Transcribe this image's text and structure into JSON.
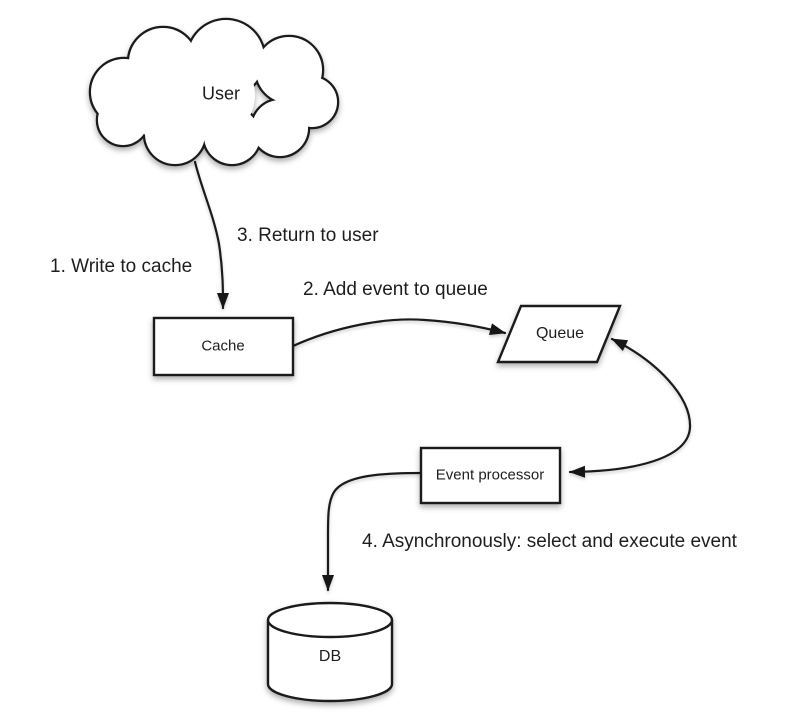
{
  "diagram": {
    "background": "#ffffff",
    "stroke_color": "#1b1b1b",
    "fill_color": "#ffffff",
    "text_color": "#1e1e1e",
    "nodes": {
      "user": {
        "label": "User",
        "shape": "cloud"
      },
      "cache": {
        "label": "Cache",
        "shape": "rectangle"
      },
      "queue": {
        "label": "Queue",
        "shape": "parallelogram"
      },
      "event_processor": {
        "label": "Event processor",
        "shape": "rectangle"
      },
      "db": {
        "label": "DB",
        "shape": "cylinder"
      }
    },
    "steps": {
      "step1": "1. Write to cache",
      "step2": "2. Add event to queue",
      "step3": "3. Return to user",
      "step4": "4. Asynchronously: select and execute event"
    },
    "edges": [
      {
        "from": "user",
        "to": "cache",
        "arrows": "end"
      },
      {
        "from": "cache",
        "to": "queue",
        "arrows": "end"
      },
      {
        "from": "queue",
        "to": "event_processor",
        "arrows": "both"
      },
      {
        "from": "event_processor",
        "to": "db",
        "arrows": "end"
      }
    ]
  }
}
